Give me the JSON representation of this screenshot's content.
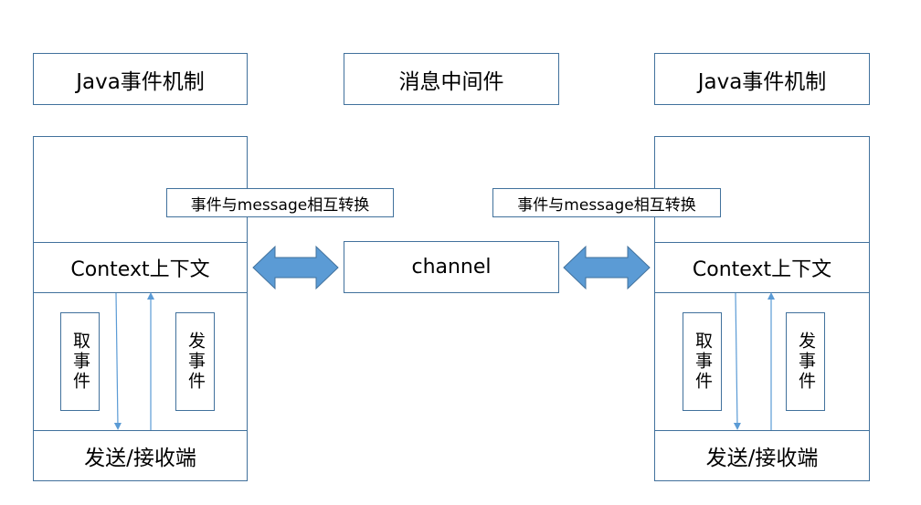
{
  "left": {
    "header": "Java事件机制",
    "convert_label": "事件与message相互转换",
    "context_label": "Context上下文",
    "fetch_label": "取事件",
    "send_label": "发事件",
    "bottom_label": "发送/接收端"
  },
  "middle": {
    "header": "消息中间件",
    "channel_label": "channel"
  },
  "right": {
    "header": "Java事件机制",
    "convert_label": "事件与message相互转换",
    "context_label": "Context上下文",
    "fetch_label": "取事件",
    "send_label": "发事件",
    "bottom_label": "发送/接收端"
  },
  "colors": {
    "border": "#41719c",
    "double_arrow_fill": "#5b9bd5",
    "flow_arrow": "#5b9bd5"
  }
}
